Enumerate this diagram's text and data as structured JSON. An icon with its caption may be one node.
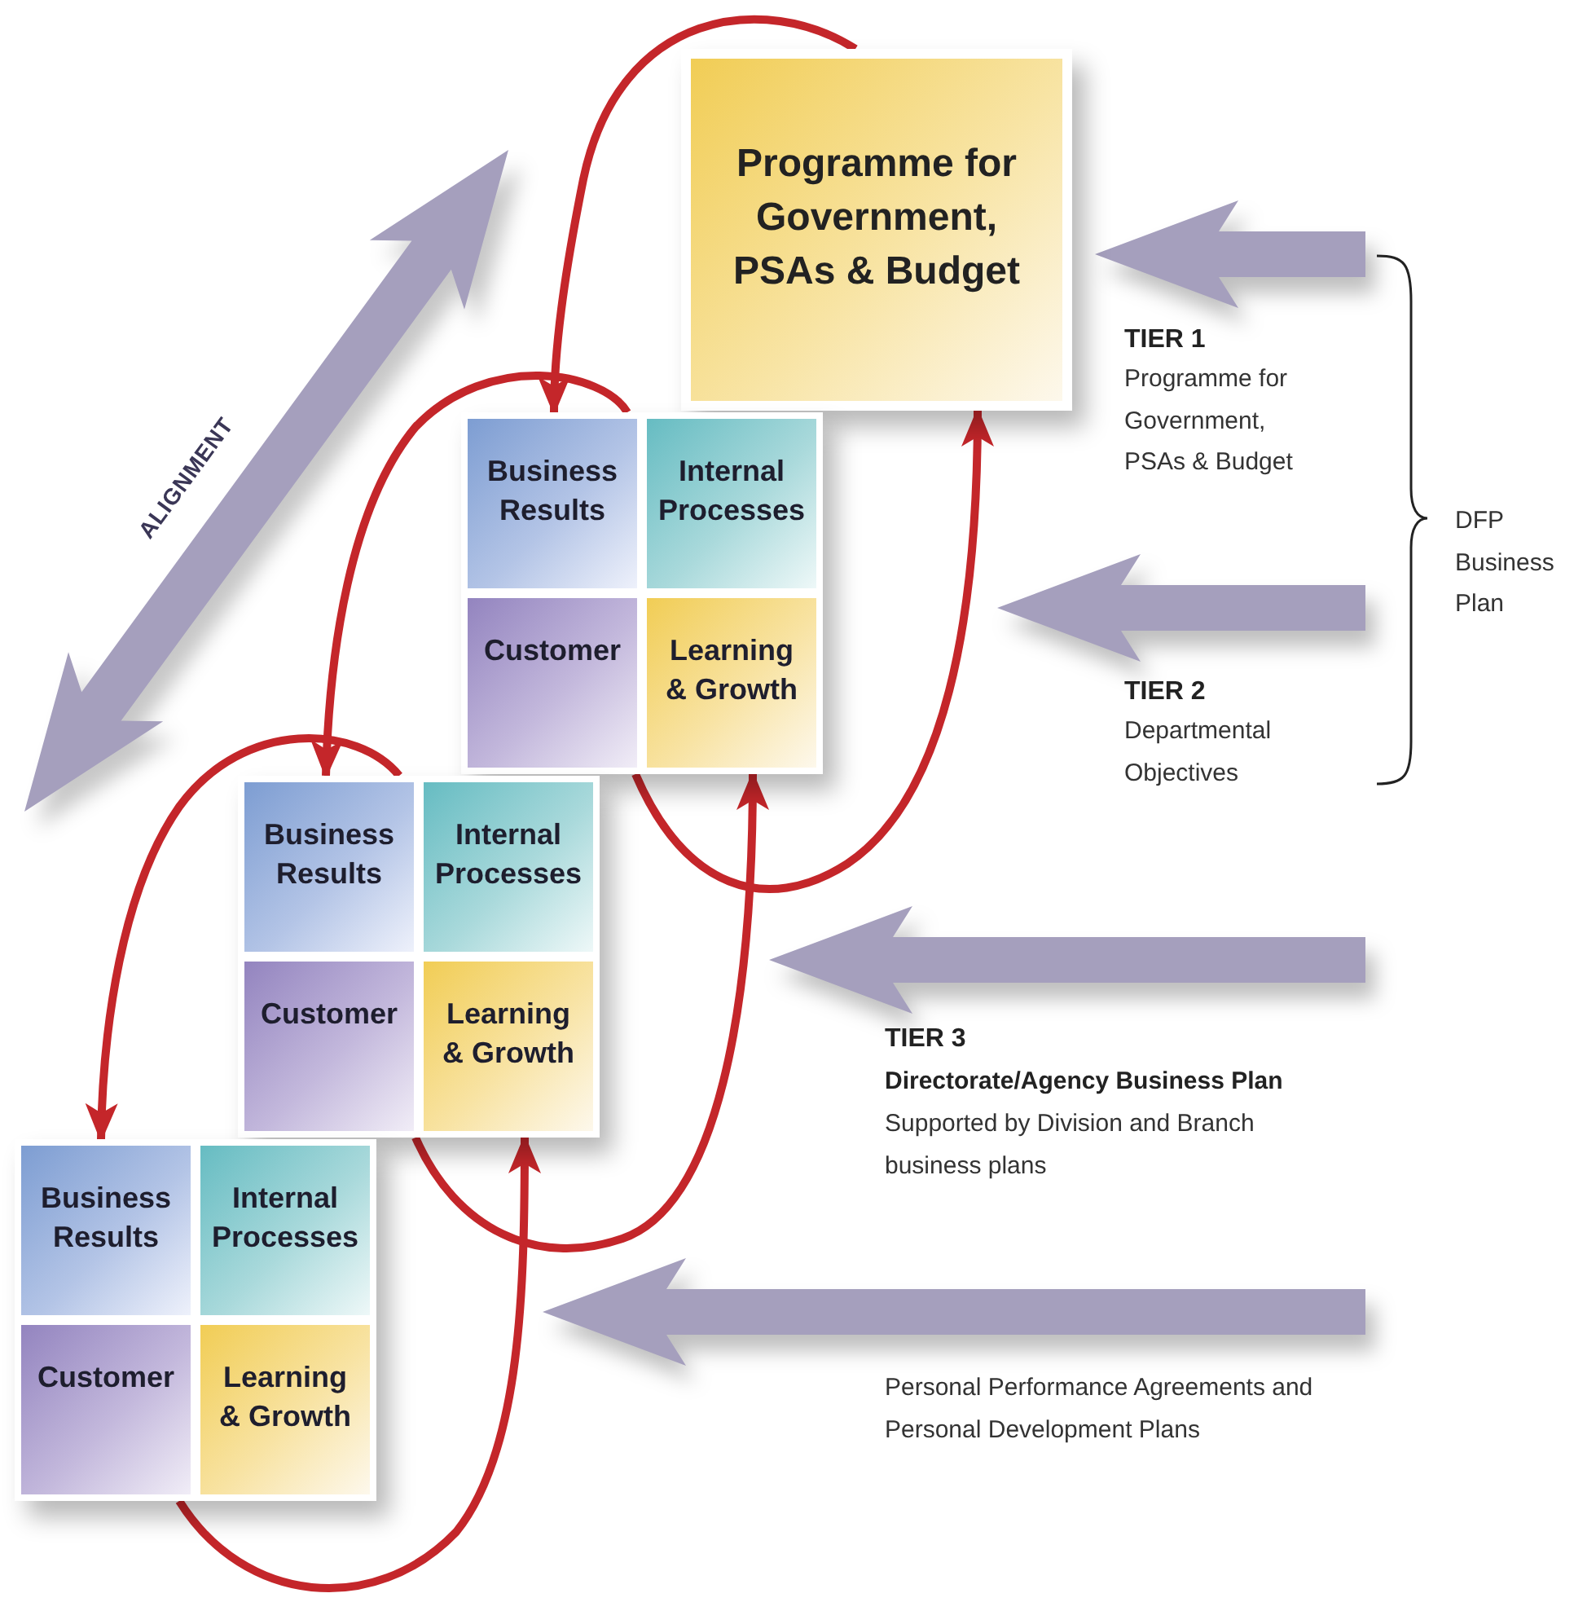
{
  "diagram": {
    "nodes": [
      {
        "text": [
          "Programme for Government, PSAs & Budget"
        ]
      },
      {
        "text": [],
        "shape": "box"
      },
      {
        "text": [
          "Business Results"
        ],
        "in": 1
      },
      {
        "text": [
          "Internal Processes"
        ],
        "in": 1
      },
      {
        "text": [
          "Customer"
        ],
        "in": 1
      },
      {
        "text": [
          "Learning & Growth"
        ],
        "in": 1
      },
      {
        "text": [],
        "shape": "box"
      },
      {
        "text": [
          "Business Results"
        ],
        "in": 6
      },
      {
        "text": [
          "Internal Processes"
        ],
        "in": 6
      },
      {
        "text": [
          "Customer"
        ],
        "in": 6
      },
      {
        "text": [
          "Learning & Growth"
        ],
        "in": 6
      },
      {
        "text": [],
        "shape": "box"
      },
      {
        "text": [
          "Business Results"
        ],
        "in": 11
      },
      {
        "text": [
          "Internal Processes"
        ],
        "in": 11
      },
      {
        "text": [
          "Customer"
        ],
        "in": 11
      },
      {
        "text": [
          "Learning & Growth"
        ],
        "in": 11
      }
    ],
    "edges": [
      {
        "from": 0,
        "to": 1,
        "arrow": "to"
      },
      {
        "from": 1,
        "to": 6,
        "arrow": "to"
      },
      {
        "from": 6,
        "to": 11,
        "arrow": "to"
      },
      {
        "from": 11,
        "to": 6,
        "arrow": "to"
      },
      {
        "from": 6,
        "to": 1,
        "arrow": "to"
      },
      {
        "from": 1,
        "to": 0,
        "arrow": "to"
      }
    ],
    "labels": [
      "ALIGNMENT",
      "TIER 1",
      "Programme for Government, PSAs & Budget",
      "DFP Business Plan",
      "TIER 2",
      "Departmental Objectives",
      "TIER 3",
      "Directorate/Agency Business Plan",
      "Supported by Division and Branch business plans",
      "Personal Performance Agreements and Personal Development Plans"
    ]
  }
}
